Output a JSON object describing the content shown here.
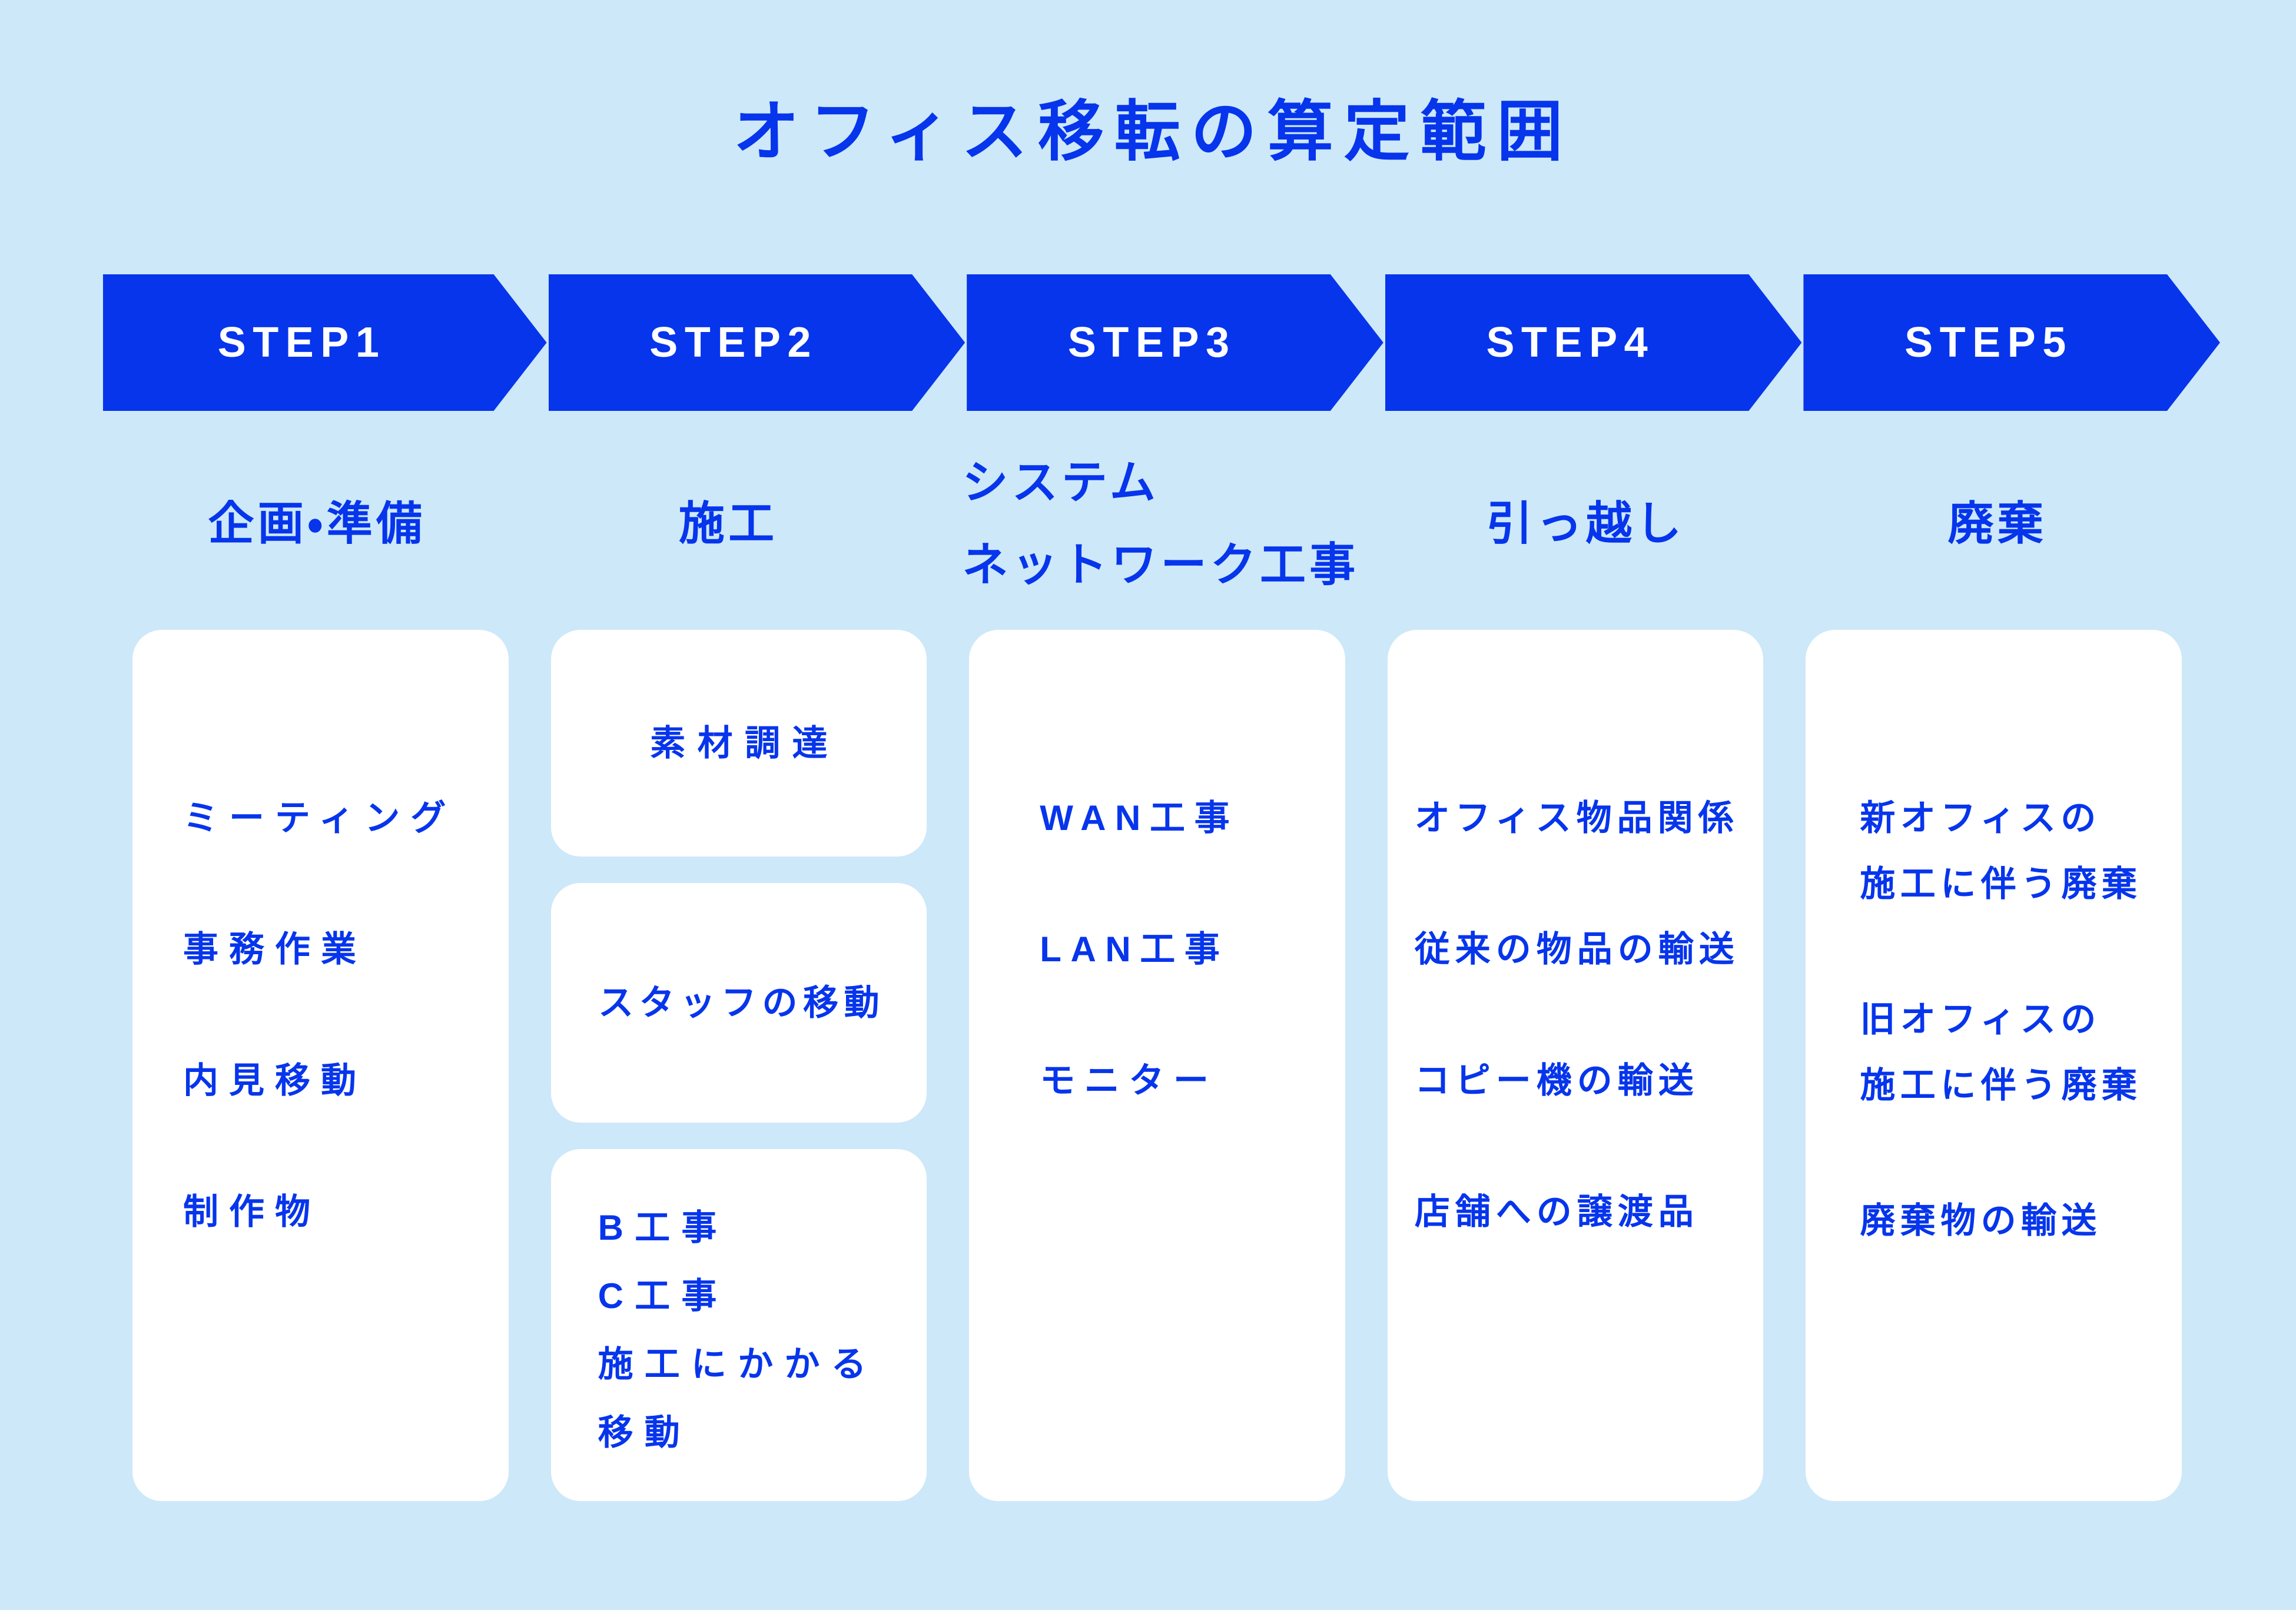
{
  "title": "オフィス移転の算定範囲",
  "colors": {
    "background": "#cde8f9",
    "accent": "#0635ec",
    "card_background": "#ffffff",
    "banner_text": "#ffffff"
  },
  "steps": [
    {
      "banner": "STEP1",
      "subtitle_lines": [
        "企画・準備"
      ],
      "boxes": [
        {
          "items": [
            "ミーティング",
            "事務作業",
            "内見移動",
            "制作物"
          ]
        }
      ]
    },
    {
      "banner": "STEP2",
      "subtitle_lines": [
        "施工"
      ],
      "boxes": [
        {
          "items": [
            "素材調達"
          ]
        },
        {
          "items": [
            "スタッフの移動"
          ]
        },
        {
          "items": [
            "B工事",
            "C工事",
            [
              "施工にかかる",
              "移動"
            ]
          ]
        }
      ]
    },
    {
      "banner": "STEP3",
      "subtitle_lines": [
        "システム",
        "ネットワーク工事"
      ],
      "boxes": [
        {
          "items": [
            "WAN工事",
            "LAN工事",
            "モニター"
          ]
        }
      ]
    },
    {
      "banner": "STEP4",
      "subtitle_lines": [
        "引っ越し"
      ],
      "boxes": [
        {
          "items": [
            "オフィス物品関係",
            "従来の物品の輸送",
            "コピー機の輸送",
            "店舗への譲渡品"
          ]
        }
      ]
    },
    {
      "banner": "STEP5",
      "subtitle_lines": [
        "廃棄"
      ],
      "boxes": [
        {
          "items": [
            [
              "新オフィスの",
              "施工に伴う廃棄"
            ],
            [
              "旧オフィスの",
              "施工に伴う廃棄"
            ],
            "廃棄物の輸送"
          ]
        }
      ]
    }
  ]
}
